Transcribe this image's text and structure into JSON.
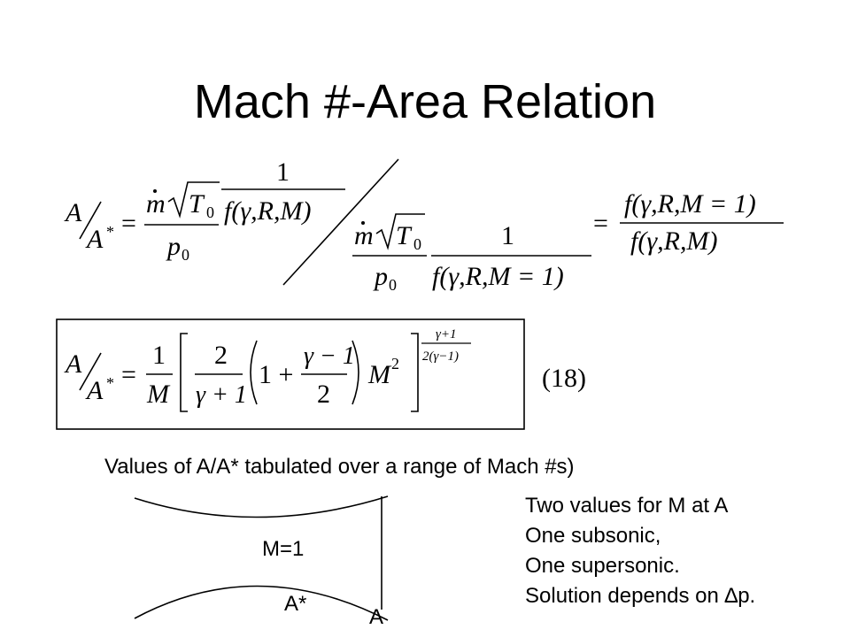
{
  "slide": {
    "title": "Mach #-Area Relation"
  },
  "equation_top": {
    "A": "A",
    "A_star": "A",
    "star": "*",
    "equals": "=",
    "mdot": "m",
    "sqrt_T0": "T",
    "T_sub": "0",
    "p0": "p",
    "p_sub": "0",
    "one": "1",
    "f_gamma_R_M": "f(γ,R,M)",
    "f_gamma_R_M1": "f(γ,R,M = 1)"
  },
  "equation_boxed": {
    "A": "A",
    "A_star": "A",
    "star": "*",
    "equals": "=",
    "one": "1",
    "M": "M",
    "two": "2",
    "gamma_plus_1": "γ + 1",
    "one_plus": "1 +",
    "gamma_minus_1": "γ − 1",
    "M_sq": "M",
    "sq": "2",
    "exp_num": "γ+1",
    "exp_den": "2(γ−1)",
    "eq_number": "(18)"
  },
  "caption": "Values of A/A* tabulated over a range of Mach #s)",
  "notes": [
    "Two values for M at A",
    "One subsonic,",
    "One supersonic.",
    "Solution depends on ∆p."
  ],
  "nozzle": {
    "throat_label": "M=1",
    "astar_label": "A*",
    "a_label": "A"
  }
}
